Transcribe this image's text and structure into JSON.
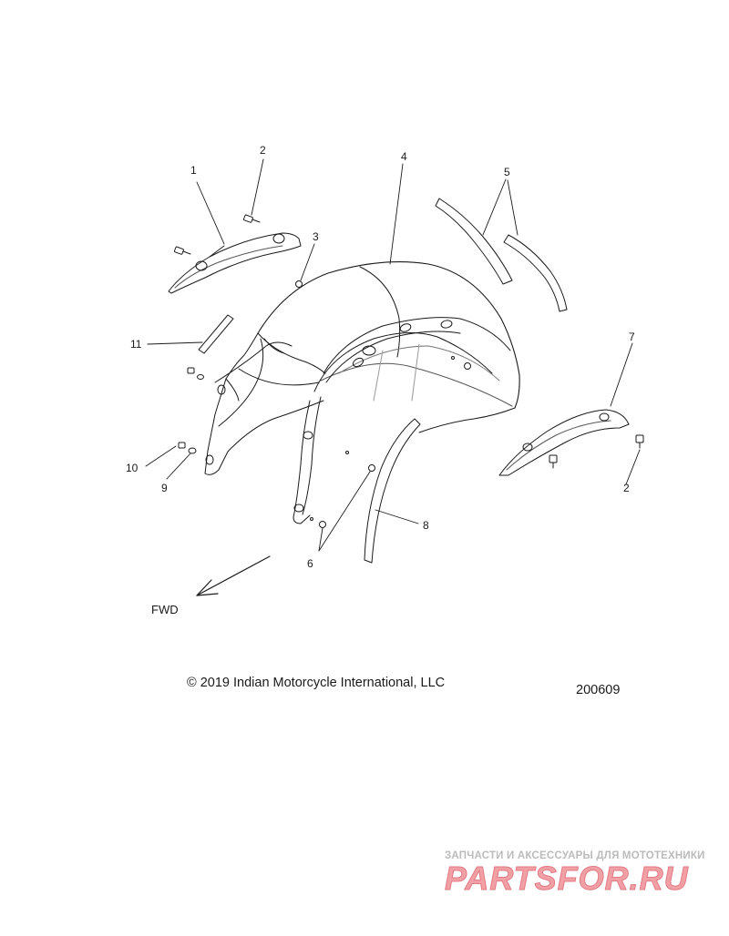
{
  "diagram": {
    "callouts": {
      "c1": "1",
      "c2a": "2",
      "c3": "3",
      "c4": "4",
      "c5": "5",
      "c6": "6",
      "c7": "7",
      "c2b": "2",
      "c8": "8",
      "c9": "9",
      "c10": "10",
      "c11": "11"
    },
    "direction_label": "FWD",
    "copyright": "© 2019 Indian Motorcycle International, LLC",
    "document_number": "200609"
  },
  "watermark": {
    "tagline": "ЗАПЧАСТИ И АКСЕССУАРЫ ДЛЯ МОТОТЕХНИКИ",
    "brand": "PARTSFOR.RU",
    "color": "#f2a0a6"
  }
}
